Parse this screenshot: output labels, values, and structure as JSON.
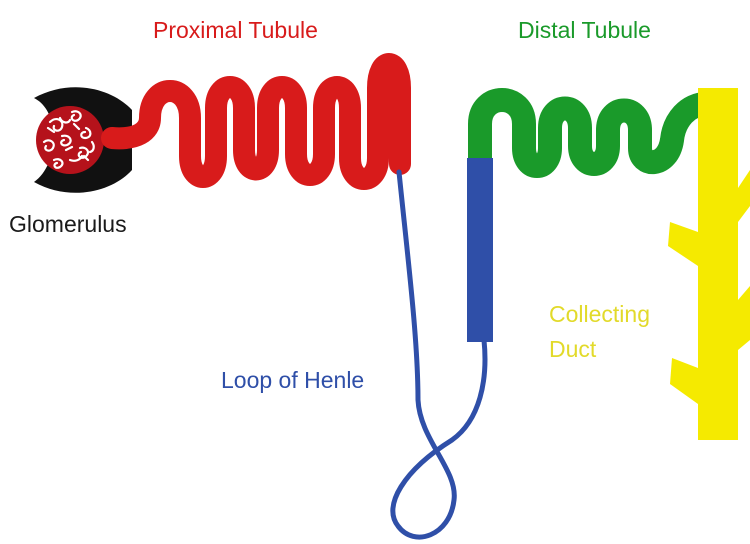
{
  "labels": {
    "proximal_tubule": "Proximal Tubule",
    "distal_tubule": "Distal Tubule",
    "glomerulus": "Glomerulus",
    "loop_of_henle": "Loop of Henle",
    "collecting_duct_line1": "Collecting",
    "collecting_duct_line2": "Duct"
  },
  "colors": {
    "proximal": "#d81b1b",
    "distal": "#1a9a2a",
    "loop": "#2f4fa8",
    "collecting": "#f5ea00",
    "capsule": "#111111",
    "glomerulus": "#b5121b"
  }
}
